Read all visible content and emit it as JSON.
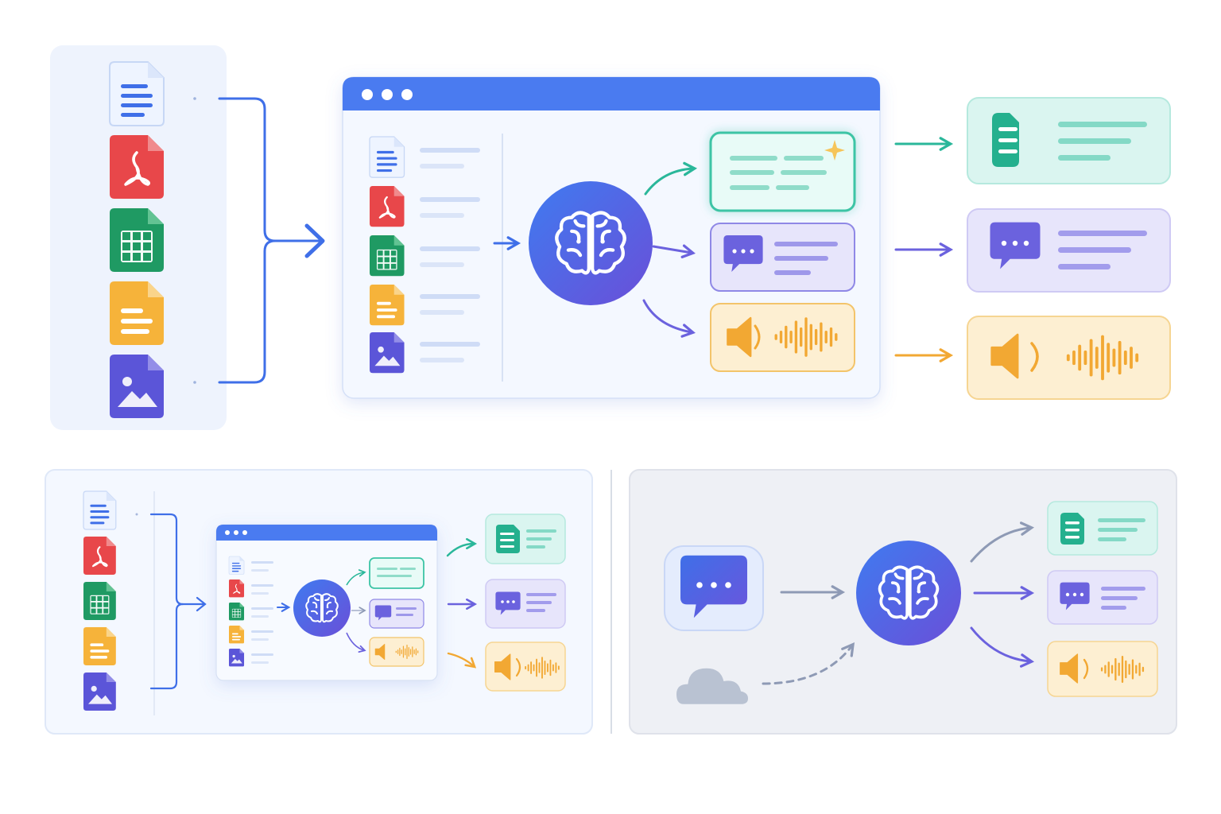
{
  "colors": {
    "blue": "#3f6fe8",
    "blue_light": "#e8f0ff",
    "blue_header": "#4a7bf0",
    "red": "#e8474a",
    "green": "#1f9a63",
    "yellow": "#f6b33a",
    "purple": "#5b55d8",
    "teal": "#2ab79a",
    "teal_bg": "#daf5f0",
    "violet": "#6b62de",
    "violet_bg": "#e7e5fb",
    "orange": "#f2a833",
    "orange_bg": "#fdefd2",
    "gray_cloud": "#b9c2d2",
    "gray_panel": "#eef0f5"
  },
  "input_file_types": [
    {
      "name": "document",
      "icon": "document-icon",
      "color": "#3f6fe8"
    },
    {
      "name": "pdf",
      "icon": "pdf-icon",
      "color": "#e8474a"
    },
    {
      "name": "spreadsheet",
      "icon": "spreadsheet-icon",
      "color": "#1f9a63"
    },
    {
      "name": "notes",
      "icon": "notes-icon",
      "color": "#f6b33a"
    },
    {
      "name": "image",
      "icon": "image-icon",
      "color": "#5b55d8"
    }
  ],
  "outputs": [
    {
      "name": "text-summary",
      "icon": "document-icon",
      "color": "#2ab79a",
      "bg": "#daf5f0"
    },
    {
      "name": "chat-response",
      "icon": "chat-bubble-icon",
      "color": "#6b62de",
      "bg": "#e7e5fb"
    },
    {
      "name": "audio-output",
      "icon": "speaker-icon",
      "color": "#f2a833",
      "bg": "#fdefd2"
    }
  ],
  "center_icon": "brain-icon",
  "window_dots": 3,
  "secondary_inputs": [
    "chat-bubble-icon",
    "cloud-icon"
  ]
}
